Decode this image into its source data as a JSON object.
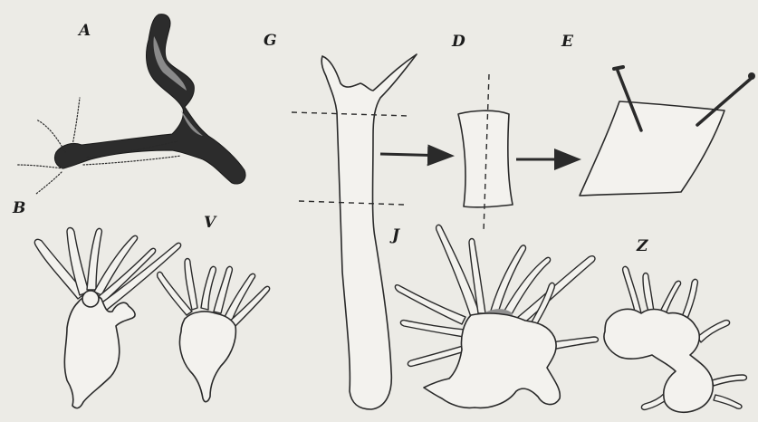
{
  "panels": {
    "A": "A",
    "G": "G",
    "D": "D",
    "E": "E",
    "B": "B",
    "V": "V",
    "J": "J",
    "Z": "Z"
  },
  "colors": {
    "ink": "#2a2a2a",
    "paper": "#ecebe6",
    "shade": "#8a8a8a"
  }
}
